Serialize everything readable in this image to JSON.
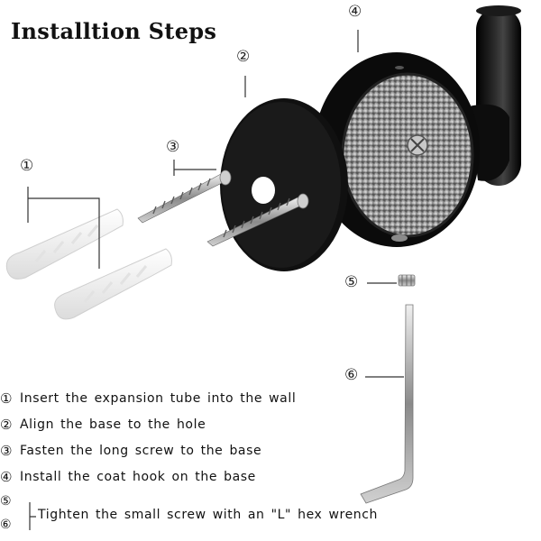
{
  "title": "Installtion Steps",
  "callouts": {
    "c1": "①",
    "c2": "②",
    "c3": "③",
    "c4": "④",
    "c5": "⑤",
    "c6": "⑥"
  },
  "steps": [
    {
      "num": "①",
      "text": "Insert the expansion tube into the wall"
    },
    {
      "num": "②",
      "text": "Align the base to the hole"
    },
    {
      "num": "③",
      "text": "Fasten the long screw to the base"
    },
    {
      "num": "④",
      "text": "Install the coat hook on the base"
    }
  ],
  "final_step": {
    "num_a": "⑤",
    "num_b": "⑥",
    "text": "Tighten the small screw with an \"L\" hex wrench"
  },
  "parts": {
    "anchors": "expansion-tube",
    "base_plate": "base-plate",
    "screws": "long-screw",
    "hook": "coat-hook",
    "set_screw": "small-screw",
    "wrench": "hex-wrench"
  },
  "colors": {
    "metal_dark": "#111111",
    "anchor": "#f2f2f2",
    "steel": "#b9b9b9"
  }
}
